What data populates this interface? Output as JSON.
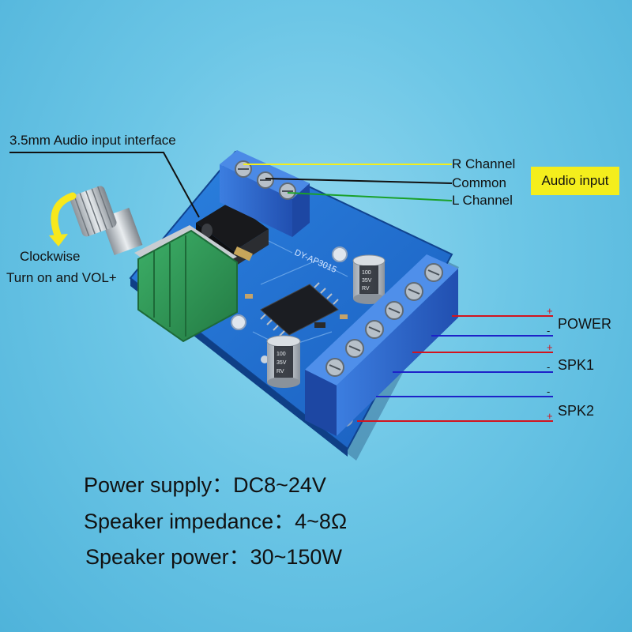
{
  "labels": {
    "audio_interface": "3.5mm Audio input interface",
    "r_channel": "R Channel",
    "common": "Common",
    "l_channel": "L Channel",
    "audio_input": "Audio input",
    "clockwise": "Clockwise",
    "turn_on": "Turn on and VOL+",
    "power": "POWER",
    "spk1": "SPK1",
    "spk2": "SPK2",
    "plus": "+",
    "minus": "-"
  },
  "board_markings": {
    "silkscreen": "DY-AP3015",
    "capacitor_value": "100",
    "capacitor_voltage": "35V",
    "capacitor_series": "RV"
  },
  "specs": {
    "power_supply": "Power supply：DC8~24V",
    "impedance": "Speaker impedance：4~8Ω",
    "power": "Speaker power：30~150W"
  },
  "colors": {
    "background": "#6cc6e6",
    "board": "#1e6ed0",
    "terminal": "#2a63c8",
    "potentiometer": "#2f9a55",
    "positive_wire": "#d2141e",
    "negative_wire": "#1d22c8",
    "r_channel_wire": "#f4ee1c",
    "common_wire": "#111111",
    "l_channel_wire": "#1aa02a",
    "badge": "#f4ee1c"
  }
}
